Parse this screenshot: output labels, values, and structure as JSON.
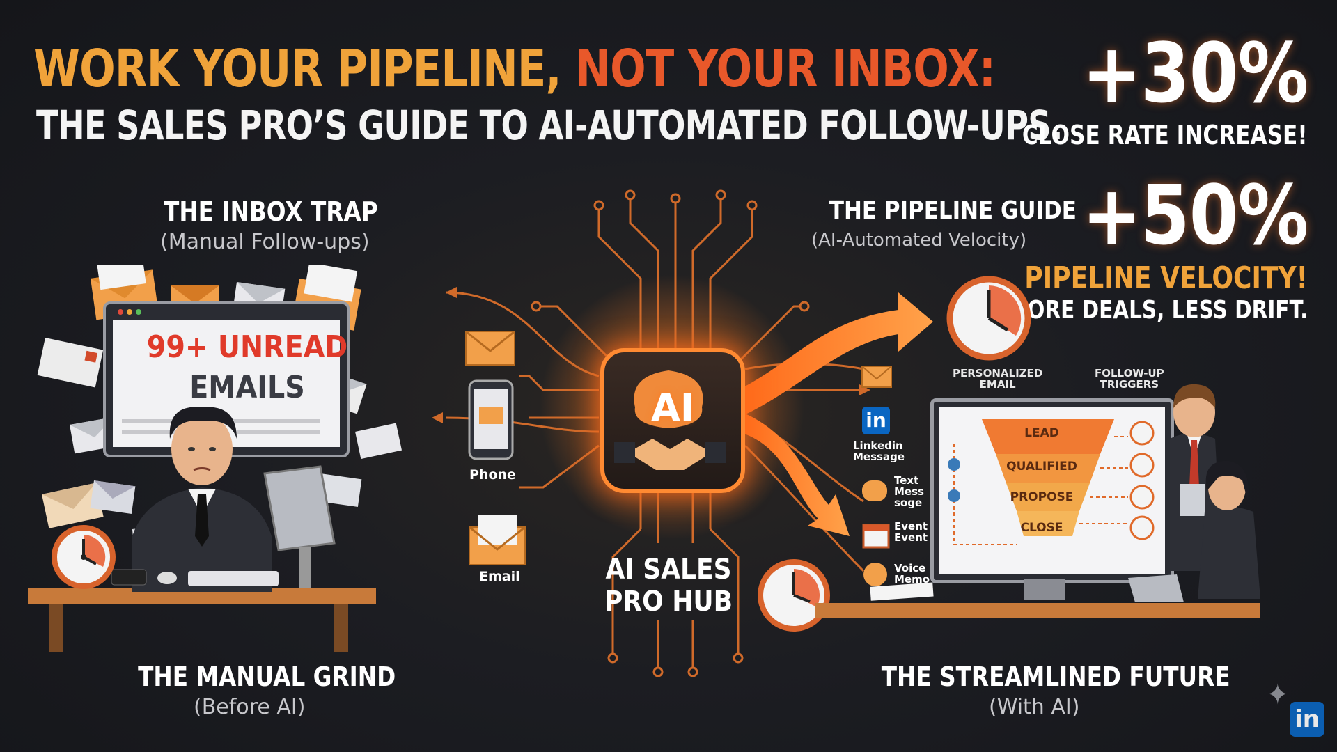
{
  "header": {
    "title_part1": "WORK YOUR PIPELINE,",
    "title_part2": "NOT YOUR INBOX:",
    "subtitle": "THE SALES PRO’S GUIDE TO AI-AUTOMATED FOLLOW-UPS."
  },
  "stats": {
    "close_value": "+30%",
    "close_label": "CLOSE RATE INCREASE!",
    "velocity_value": "+50%",
    "velocity_label": "PIPELINE VELOCITY!",
    "velocity_sub": "MORE DEALS, LESS DRIFT."
  },
  "left": {
    "heading": "THE INBOX TRAP",
    "heading_sub": "(Manual Follow-ups)",
    "screen_line1": "99+ UNREAD",
    "screen_line2": "EMAILS",
    "footer": "THE MANUAL GRIND",
    "footer_sub": "(Before AI)"
  },
  "center": {
    "badge": "AI",
    "channels": [
      "Phone",
      "Email"
    ],
    "hub_line1": "AI SALES",
    "hub_line2": "PRO HUB"
  },
  "right": {
    "heading": "THE PIPELINE GUIDE",
    "heading_sub": "(AI-Automated Velocity)",
    "channels": [
      {
        "icon": "envelope-icon",
        "label": ""
      },
      {
        "icon": "linkedin-icon",
        "label": "Linkedin\nMessage"
      },
      {
        "icon": "chat-bubble-icon",
        "label": "Text\nMess\nsoge"
      },
      {
        "icon": "calendar-icon",
        "label": "Event\nEvent"
      },
      {
        "icon": "microphone-icon",
        "label": "Voice\nMemo"
      }
    ],
    "annotation_email": "PERSONALIZED\nEMAIL",
    "annotation_triggers": "FOLLOW-UP\nTRIGGERS",
    "funnel_stages": [
      "LEAD",
      "QUALIFIED",
      "PROPOSE",
      "CLOSE"
    ],
    "footer": "THE STREAMLINED FUTURE",
    "footer_sub": "(With AI)",
    "linkedin_glyph": "in"
  },
  "colors": {
    "accent_orange": "#f0a33a",
    "accent_red": "#e8582a",
    "background": "#1b1d22"
  }
}
